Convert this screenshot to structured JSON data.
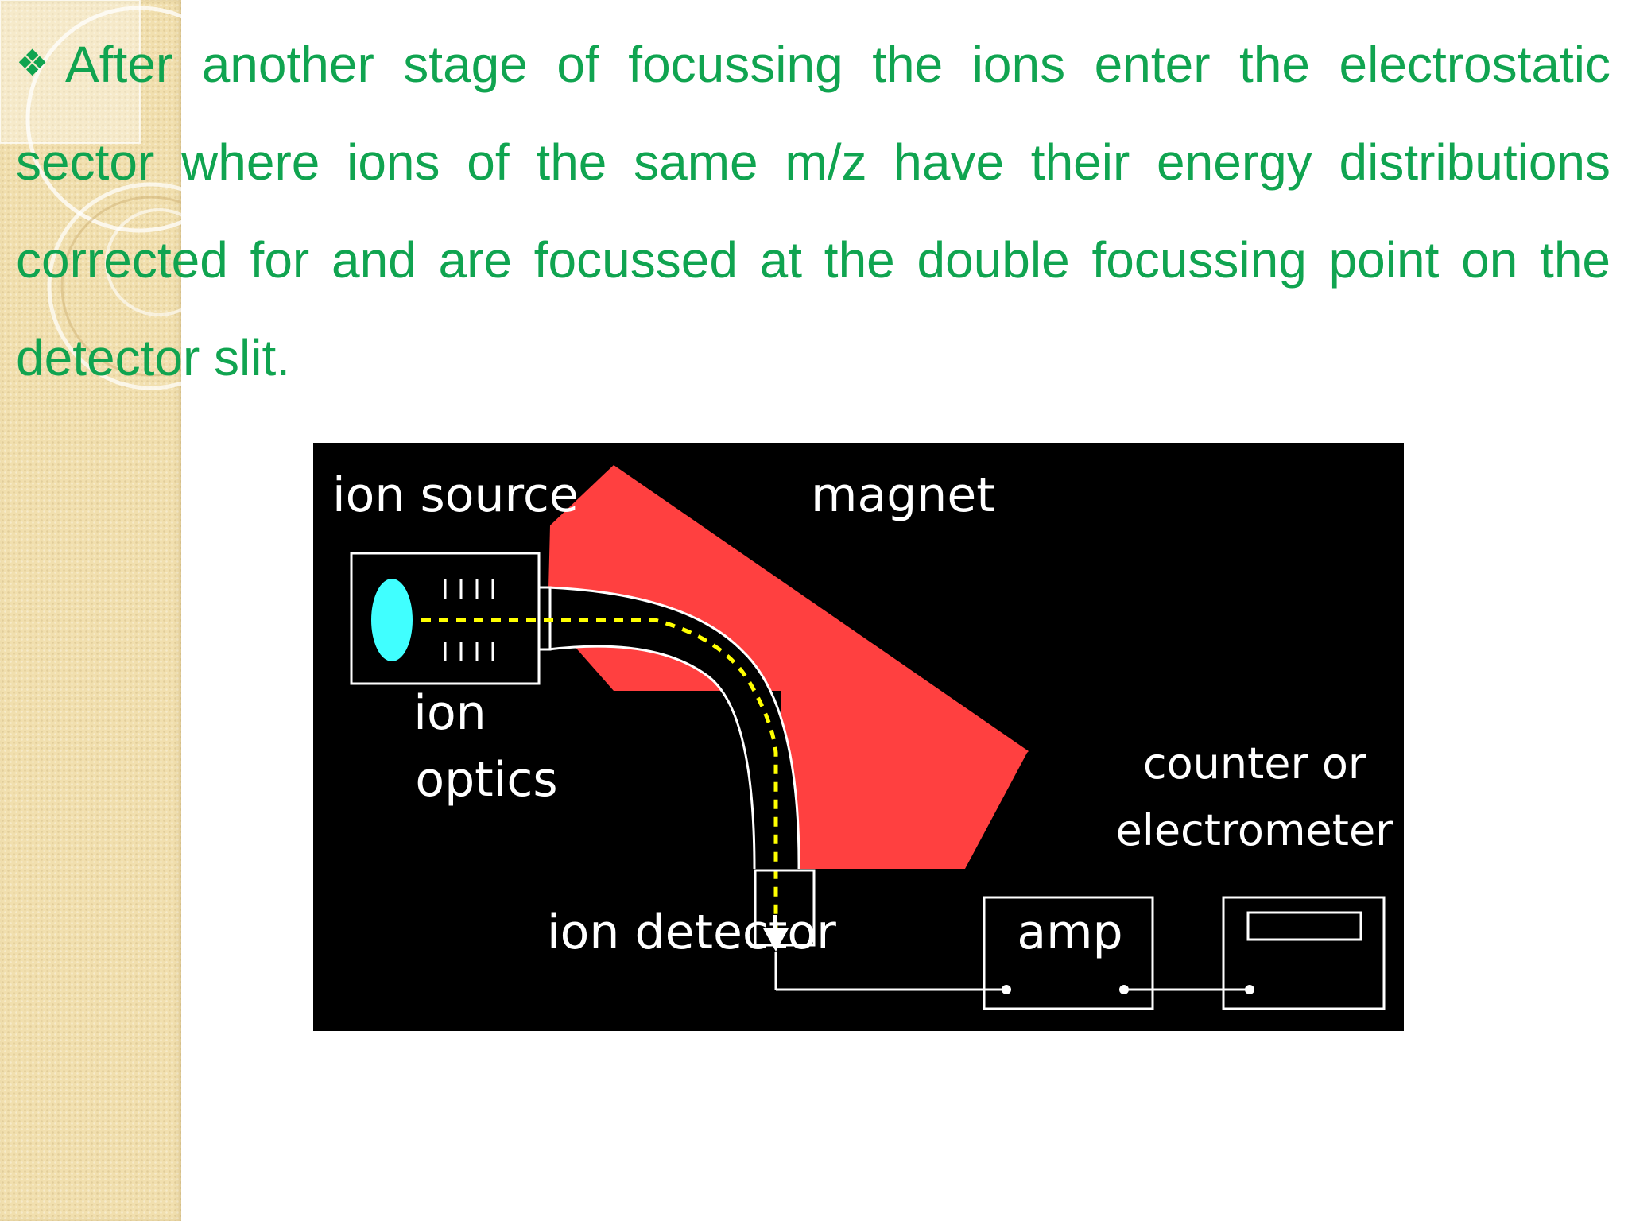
{
  "slide": {
    "bullet_icon": "diamond-cluster-icon",
    "text": "After another stage of focussing the ions enter the electrostatic sector where ions of the same m/z have their energy distributions corrected for and are focussed at the double focussing point on the detector slit."
  },
  "diagram": {
    "labels": {
      "ion_source": "ion source",
      "magnet": "magnet",
      "ion": "ion",
      "optics": "optics",
      "counter_or": "counter or",
      "electrometer": "electrometer",
      "ion_detector": "ion detector",
      "amp": "amp"
    },
    "colors": {
      "background": "#000000",
      "magnet": "#ff4040",
      "ion_source_blob": "#40ffff",
      "ion_beam": "#ffff00",
      "text": "#ffffff",
      "slide_text": "#10a450",
      "side_panel": "#f1dfae"
    }
  }
}
